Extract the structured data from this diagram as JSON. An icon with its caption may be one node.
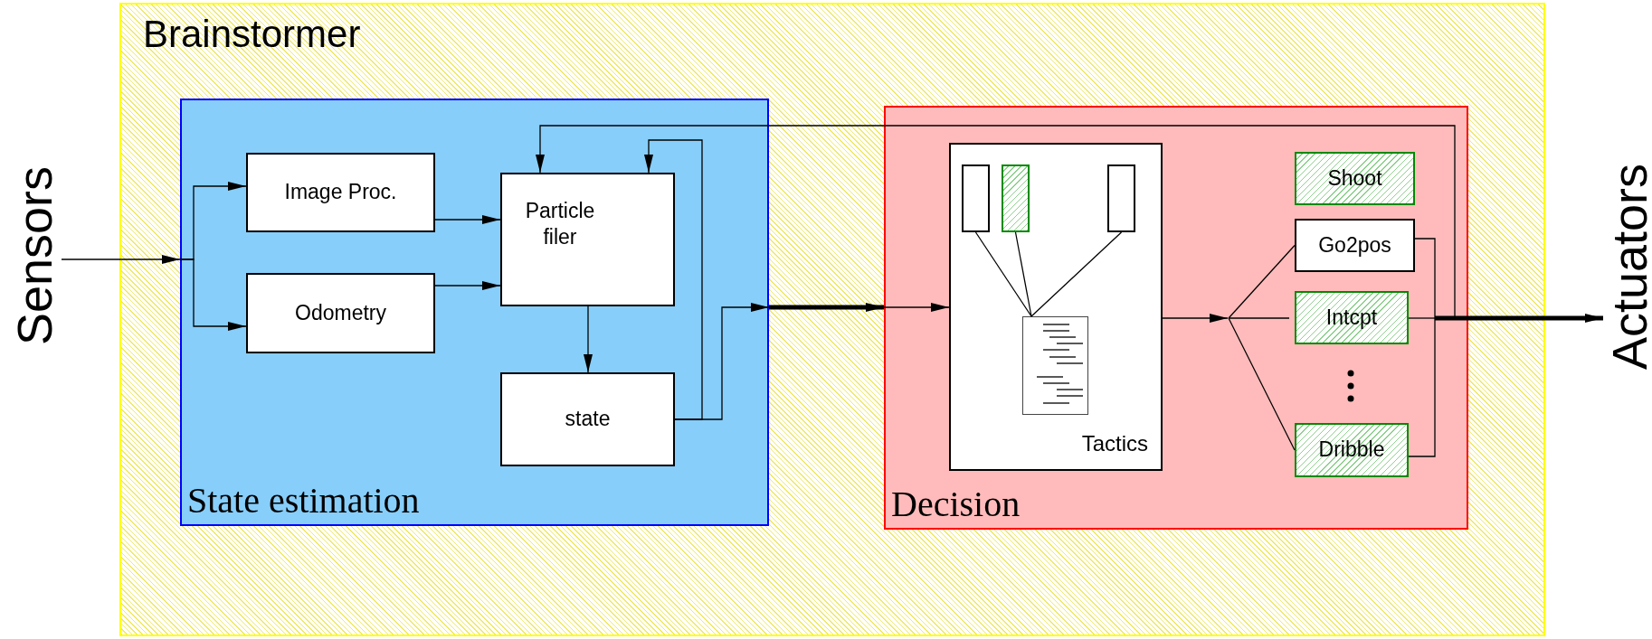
{
  "diagram": {
    "nodes": [
      {
        "text": [
          "Sensors"
        ]
      },
      {
        "text": [
          "Brainstormer"
        ]
      },
      {
        "text": [
          "State estimation"
        ],
        "in": 1
      },
      {
        "text": [
          "Image Proc."
        ],
        "in": 2
      },
      {
        "text": [
          "Odometry"
        ],
        "in": 2
      },
      {
        "text": [
          "Particle filer"
        ],
        "in": 2
      },
      {
        "text": [
          "state"
        ],
        "in": 2
      },
      {
        "text": [
          "Decision"
        ],
        "in": 1
      },
      {
        "text": [
          "Tactics"
        ],
        "in": 7
      },
      {
        "text": [],
        "shape": "box",
        "in": 8
      },
      {
        "text": [],
        "shape": "box",
        "in": 8
      },
      {
        "text": [],
        "shape": "box",
        "in": 8
      },
      {
        "text": [],
        "shape": "document",
        "in": 8
      },
      {
        "text": [
          "Shoot"
        ],
        "in": 7
      },
      {
        "text": [
          "Go2pos"
        ],
        "in": 7
      },
      {
        "text": [
          "Intcpt"
        ],
        "in": 7
      },
      {
        "text": [
          "Dribble"
        ],
        "in": 7
      },
      {
        "text": [
          "Actuators"
        ]
      }
    ],
    "edges": [
      {
        "from": 0,
        "to": 2,
        "arrow": "to"
      },
      {
        "from": null,
        "to": 3,
        "arrow": "to"
      },
      {
        "from": null,
        "to": 4,
        "arrow": "to"
      },
      {
        "from": 3,
        "to": 5,
        "arrow": "to"
      },
      {
        "from": 4,
        "to": 5,
        "arrow": "to"
      },
      {
        "from": 5,
        "to": 6,
        "arrow": "to"
      },
      {
        "from": 6,
        "to": 5,
        "arrow": "to"
      },
      {
        "from": 6,
        "to": 2,
        "arrow": "to"
      },
      {
        "from": 2,
        "to": 7,
        "arrow": "to",
        "style": "thick"
      },
      {
        "from": 7,
        "to": 8,
        "arrow": "to"
      },
      {
        "from": 9,
        "to": 12,
        "arrow": "none"
      },
      {
        "from": 10,
        "to": 12,
        "arrow": "none"
      },
      {
        "from": 11,
        "to": 12,
        "arrow": "none"
      },
      {
        "from": 8,
        "to": null,
        "arrow": "to"
      },
      {
        "from": null,
        "to": 14,
        "arrow": "none"
      },
      {
        "from": null,
        "to": 15,
        "arrow": "none"
      },
      {
        "from": null,
        "to": 16,
        "arrow": "none"
      },
      {
        "from": 14,
        "to": null,
        "arrow": "none"
      },
      {
        "from": 15,
        "to": null,
        "arrow": "none"
      },
      {
        "from": 16,
        "to": null,
        "arrow": "none"
      },
      {
        "from": null,
        "to": 17,
        "arrow": "to",
        "style": "thick"
      },
      {
        "from": 7,
        "to": 5,
        "arrow": "to"
      }
    ]
  }
}
